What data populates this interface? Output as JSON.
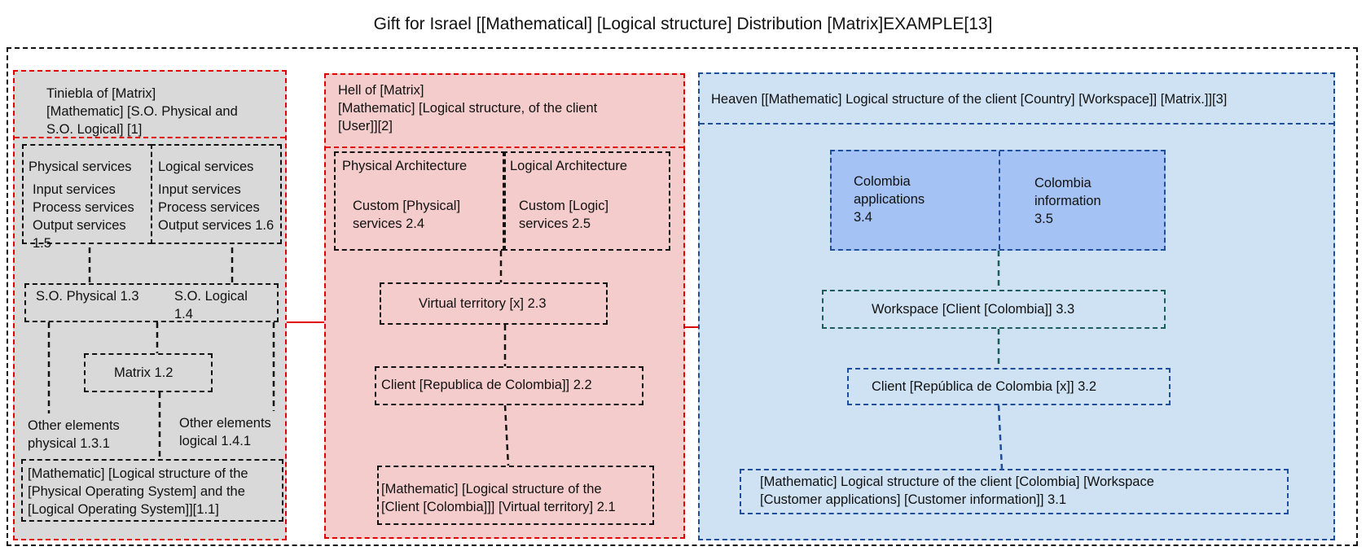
{
  "title": "Gift for Israel [[Mathematical] [Logical structure] Distribution [Matrix]EXAMPLE[13]",
  "colors": {
    "outer_border": "#111111",
    "left_fill": "#d9d9d9",
    "left_border": "#e00000",
    "middle_fill": "#f4cccc",
    "middle_border": "#e00000",
    "right_fill": "#cfe2f3",
    "right_border": "#1f4e9c",
    "app_box_fill": "#a4c2f4",
    "workspace_border": "#1e5b5b"
  },
  "left": {
    "header": "Tiniebla of [Matrix]\n[Mathematic] [S.O. Physical and\nS.O. Logical] [1]",
    "physical_services": {
      "title": "Physical services",
      "items": "Input services\nProcess services\nOutput services\n1.5"
    },
    "logical_services": {
      "title": "Logical services",
      "items": "Input services\nProcess services\nOutput services 1.6"
    },
    "so_physical": "S.O. Physical 1.3",
    "so_logical": "S.O. Logical\n1.4",
    "matrix": "Matrix 1.2",
    "other_physical": "Other elements\nphysical 1.3.1",
    "other_logical": "Other elements\nlogical 1.4.1",
    "bottom": "[Mathematic] [Logical structure of the\n[Physical Operating System] and the\n[Logical Operating System]][1.1]"
  },
  "middle": {
    "header": "Hell of [Matrix]\n[Mathematic] [Logical structure, of the client\n[User]][2]",
    "physical_arch": "Physical Architecture",
    "physical_custom": "Custom [Physical]\nservices 2.4",
    "logical_arch": "Logical Architecture",
    "logical_custom": "Custom [Logic]\nservices 2.5",
    "virtual": "Virtual territory [x] 2.3",
    "client": "Client [Republica de Colombia]] 2.2",
    "bottom": "[Mathematic] [Logical structure of the\n[Client [Colombia]]] [Virtual territory] 2.1"
  },
  "right": {
    "header": "Heaven [[Mathematic] Logical structure of the client [Country] [Workspace]] [Matrix.]][3]",
    "apps": "Colombia\napplications\n3.4",
    "info": "Colombia\ninformation\n3.5",
    "workspace": "Workspace [Client [Colombia]] 3.3",
    "client": "Client [República de Colombia [x]] 3.2",
    "bottom": "[Mathematic] Logical structure of the client [Colombia] [Workspace\n[Customer applications] [Customer information]] 3.1"
  }
}
